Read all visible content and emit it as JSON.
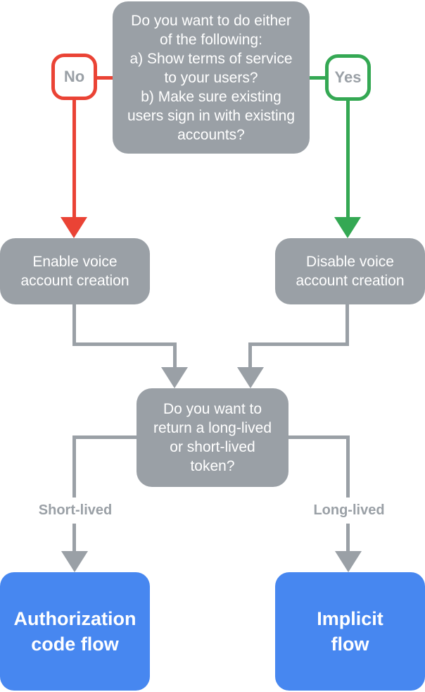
{
  "colors": {
    "gray": "#9AA0A6",
    "red": "#EA4335",
    "green": "#34A853",
    "blue": "#4787F0",
    "node_text": "#FFFFFF",
    "label_text": "#9AA0A6"
  },
  "flowchart": {
    "decision_top": "Do you want to do either\nof the following:\na) Show terms of service\nto your users?\nb) Make sure existing\nusers sign in with existing\naccounts?",
    "no_label": "No",
    "yes_label": "Yes",
    "enable_node": "Enable voice\naccount creation",
    "disable_node": "Disable voice\naccount creation",
    "decision_token": "Do you want to\nreturn a long-lived\nor short-lived\ntoken?",
    "short_lived_label": "Short-lived",
    "long_lived_label": "Long-lived",
    "auth_code_node": "Authorization\ncode flow",
    "implicit_node": "Implicit\nflow"
  }
}
